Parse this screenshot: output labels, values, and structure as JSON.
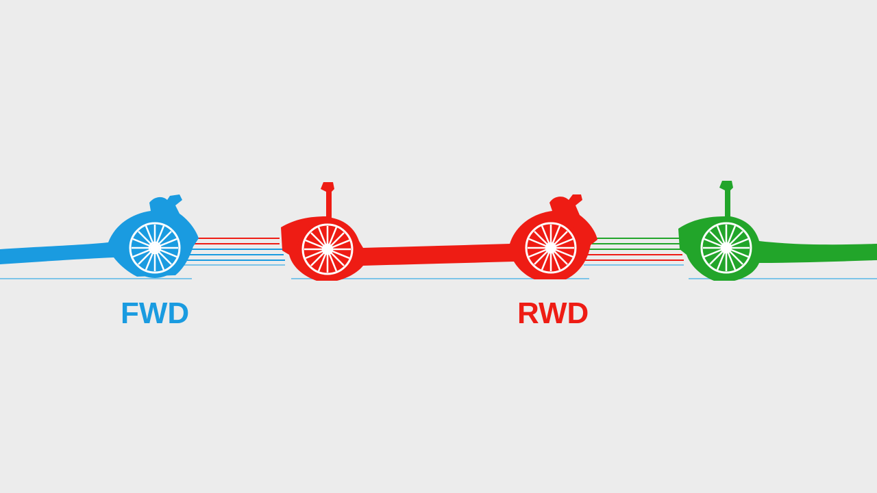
{
  "labels": {
    "fwd": "FWD",
    "rwd": "RWD"
  },
  "colors": {
    "background": "#ececec",
    "fwd": "#1a9be0",
    "rwd": "#ee1c14",
    "awd": "#22a52a",
    "wheel_rim": "#ffffff",
    "ground_line": "#7cc4e8"
  },
  "icons": [
    "car-silhouette-front-blue",
    "wheel-icon",
    "car-silhouette-red",
    "car-silhouette-green"
  ]
}
